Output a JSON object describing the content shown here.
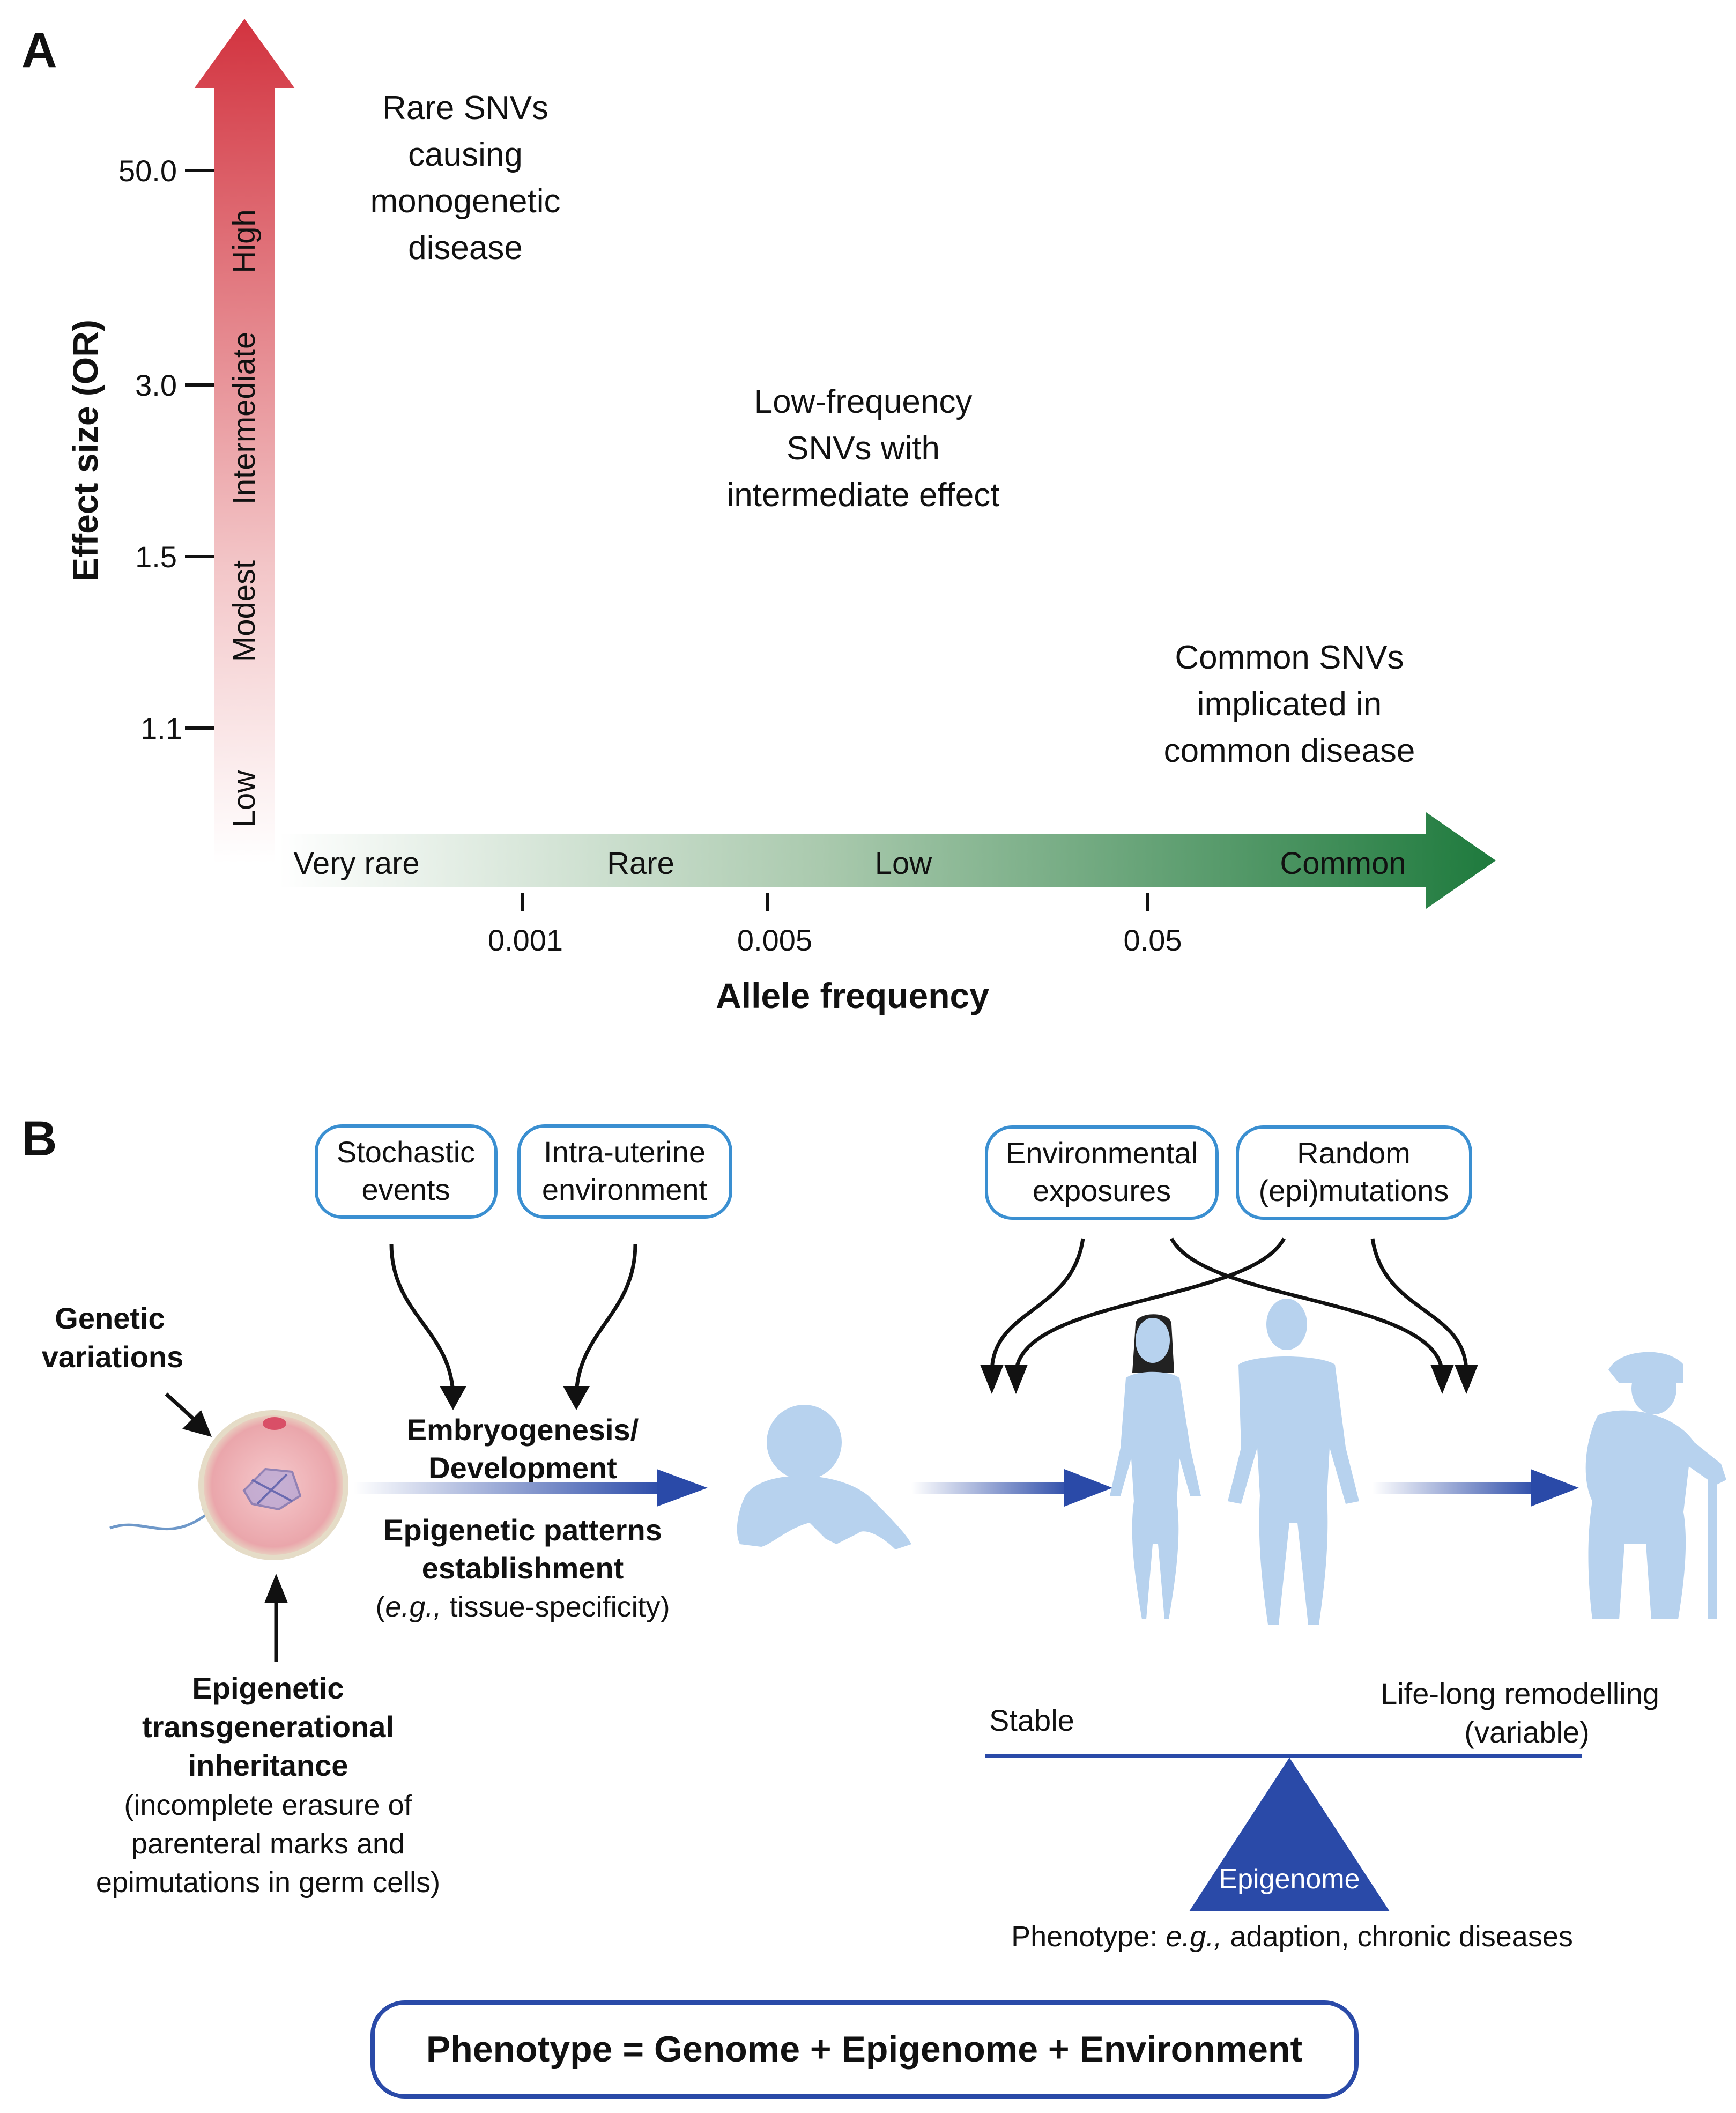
{
  "panel_a": {
    "letter": "A",
    "y_axis_label": "Effect size (OR)",
    "x_axis_label": "Allele frequency",
    "y_ticks": [
      "50.0",
      "3.0",
      "1.5",
      "1.1"
    ],
    "y_bands": [
      "High",
      "Intermediate",
      "Modest",
      "Low"
    ],
    "x_bands": [
      "Very rare",
      "Rare",
      "Low",
      "Common"
    ],
    "x_ticks": [
      "0.001",
      "0.005",
      "0.05"
    ],
    "annotations": {
      "rare": [
        "Rare SNVs",
        "causing",
        "monogenetic",
        "disease"
      ],
      "low_freq": [
        "Low-frequency",
        "SNVs with",
        "intermediate effect"
      ],
      "common": [
        "Common SNVs",
        "implicated in",
        "common disease"
      ]
    },
    "colors": {
      "y_arrow": "#d2333f",
      "x_arrow": "#1e7a3d"
    }
  },
  "panel_b": {
    "letter": "B",
    "boxes": {
      "stochastic": [
        "Stochastic",
        "events"
      ],
      "intrauterine": [
        "Intra-uterine",
        "environment"
      ],
      "environmental": [
        "Environmental",
        "exposures"
      ],
      "random": [
        "Random",
        "(epi)mutations"
      ]
    },
    "genetic_variations": [
      "Genetic",
      "variations"
    ],
    "embryogenesis": [
      "Embryogenesis/",
      "Development"
    ],
    "epigenetic_patterns": [
      "Epigenetic patterns",
      "establishment"
    ],
    "tissue_prefix": "e.g.,",
    "tissue_rest": " tissue-specificity)",
    "tissue_open": "(",
    "inheritance_bold": [
      "Epigenetic",
      "transgenerational",
      "inheritance"
    ],
    "inheritance_note": [
      "(incomplete erasure of",
      "parenteral marks and",
      "epimutations in germ cells)"
    ],
    "stable": "Stable",
    "remodelling": [
      "Life-long remodelling",
      "(variable)"
    ],
    "epigenome": "Epigenome",
    "phenotype_prefix": "Phenotype: ",
    "phenotype_eg": "e.g.,",
    "phenotype_rest": " adaption, chronic diseases",
    "equation": "Phenotype = Genome + Epigenome + Environment",
    "colors": {
      "box_border": "#3a8fd1",
      "flow_arrow": "#2a4aa8",
      "triangle": "#2a4aa8",
      "body": "#b7d2ee"
    }
  }
}
